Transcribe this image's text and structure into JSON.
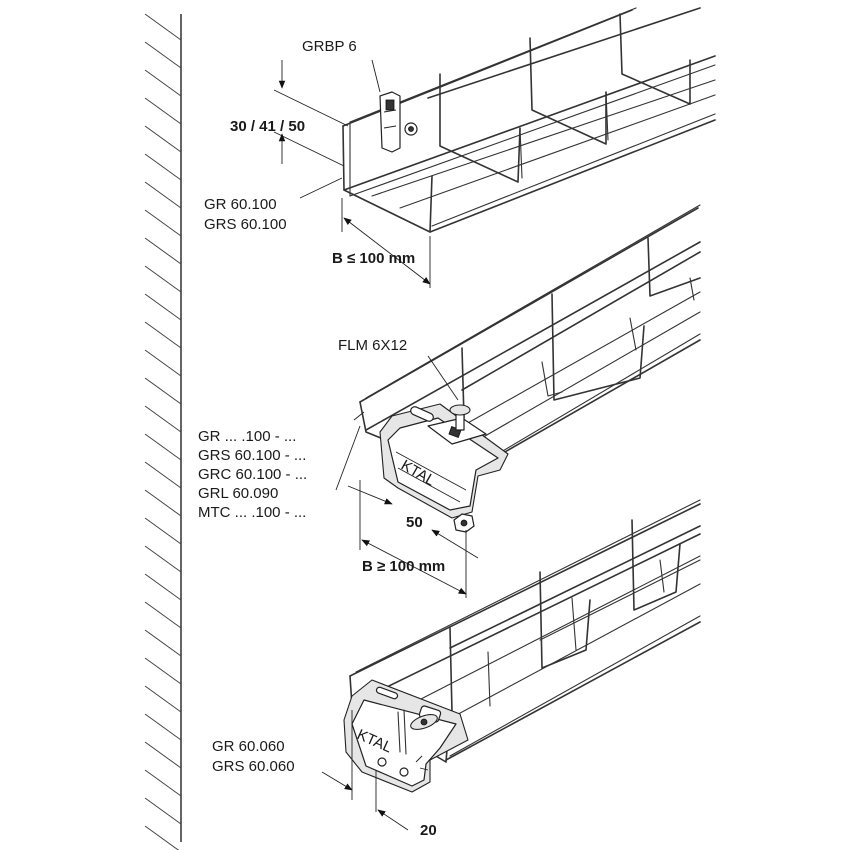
{
  "labels": {
    "grbp": "GRBP 6",
    "height_dim": "30 / 41 / 50",
    "top_tray_line1": "GR 60.100",
    "top_tray_line2": "GRS 60.100",
    "top_width": "B ≤ 100 mm",
    "flm": "FLM 6X12",
    "mid_tray_line1": "GR ... .100 - ...",
    "mid_tray_line2": "GRS 60.100 - ...",
    "mid_tray_line3": "GRC 60.100 - ...",
    "mid_tray_line4": "GRL 60.090",
    "mid_tray_line5": "MTC ... .100 - ...",
    "mid_offset": "50",
    "mid_width": "B ≥ 100 mm",
    "bot_tray_line1": "GR 60.060",
    "bot_tray_line2": "GRS 60.060",
    "bot_offset": "20"
  },
  "icons": [
    "wall-hatch",
    "wire-mesh-tray",
    "bracket",
    "bolt",
    "nut",
    "dimension-arrow"
  ]
}
